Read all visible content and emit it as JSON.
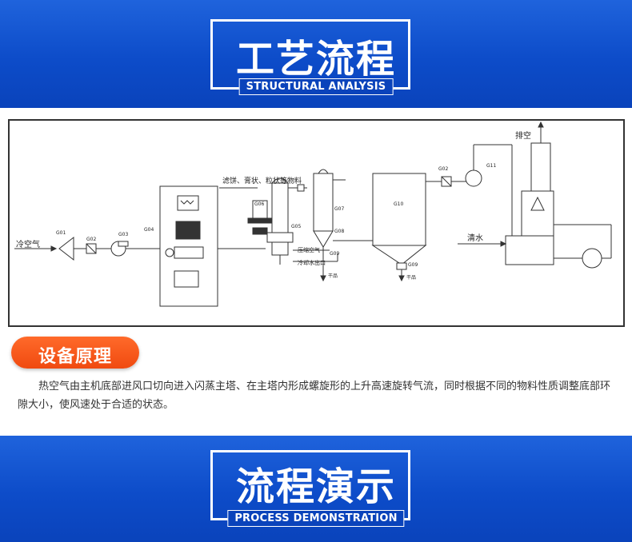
{
  "header": {
    "title": "工艺流程",
    "subtitle": "STRUCTURAL ANALYSIS"
  },
  "diagram": {
    "labels": {
      "cold_air": "冷空气",
      "g01": "G01",
      "g02": "G02",
      "g03": "G03",
      "g04": "G04",
      "g05": "G05",
      "g06": "G06",
      "g07": "G07",
      "g08": "G08",
      "g09a": "G09",
      "g09b": "G09",
      "g10": "G10",
      "g02b": "G02",
      "g11": "G11",
      "feed": "滤饼、膏状、粒状等物料",
      "compressed_air": "压缩空气",
      "cooling_outlet": "冷却水出口",
      "dry_product_1": "干品",
      "dry_product_2": "干品",
      "clean_water": "清水",
      "exhaust": "排空"
    }
  },
  "principle": {
    "title": "设备原理",
    "text": "热空气由主机底部进风口切向进入闪蒸主塔、在主塔内形成螺旋形的上升高速旋转气流，同时根据不同的物料性质调整底部环隙大小，使风速处于合适的状态。"
  },
  "footer": {
    "title": "流程演示",
    "subtitle": "PROCESS DEMONSTRATION"
  },
  "colors": {
    "banner": "#0d4cc9",
    "accent": "#f04a10"
  }
}
